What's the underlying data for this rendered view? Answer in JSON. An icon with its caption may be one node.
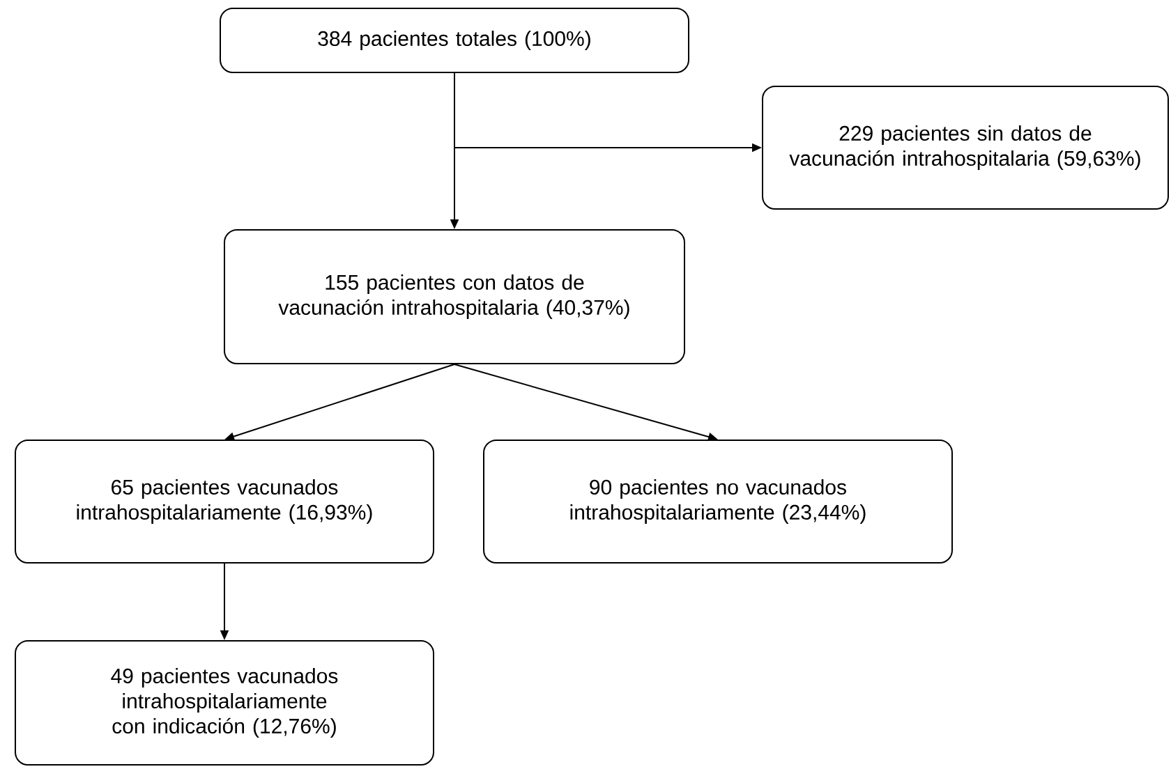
{
  "diagram": {
    "nodes": [
      {
        "text": [
          "384 pacientes totales (100%)"
        ]
      },
      {
        "text": [
          "229 pacientes sin datos de vacunación intrahospitalaria (59,63%)"
        ]
      },
      {
        "text": [
          "155 pacientes con datos de vacunación intrahospitalaria (40,37%)"
        ]
      },
      {
        "text": [
          "65 pacientes vacunados intrahospitalariamente (16,93%)"
        ]
      },
      {
        "text": [
          "90 pacientes no vacunados intrahospitalariamente (23,44%)"
        ]
      },
      {
        "text": [
          "49 pacientes vacunados intrahospitalariamente con indicación (12,76%)"
        ]
      }
    ],
    "edges": [
      {
        "from": 0,
        "to": 1,
        "arrow": "to"
      },
      {
        "from": 0,
        "to": 2,
        "arrow": "to"
      },
      {
        "from": 2,
        "to": 3,
        "arrow": "to"
      },
      {
        "from": 2,
        "to": 4,
        "arrow": "to"
      },
      {
        "from": 3,
        "to": 5,
        "arrow": "to"
      }
    ]
  }
}
